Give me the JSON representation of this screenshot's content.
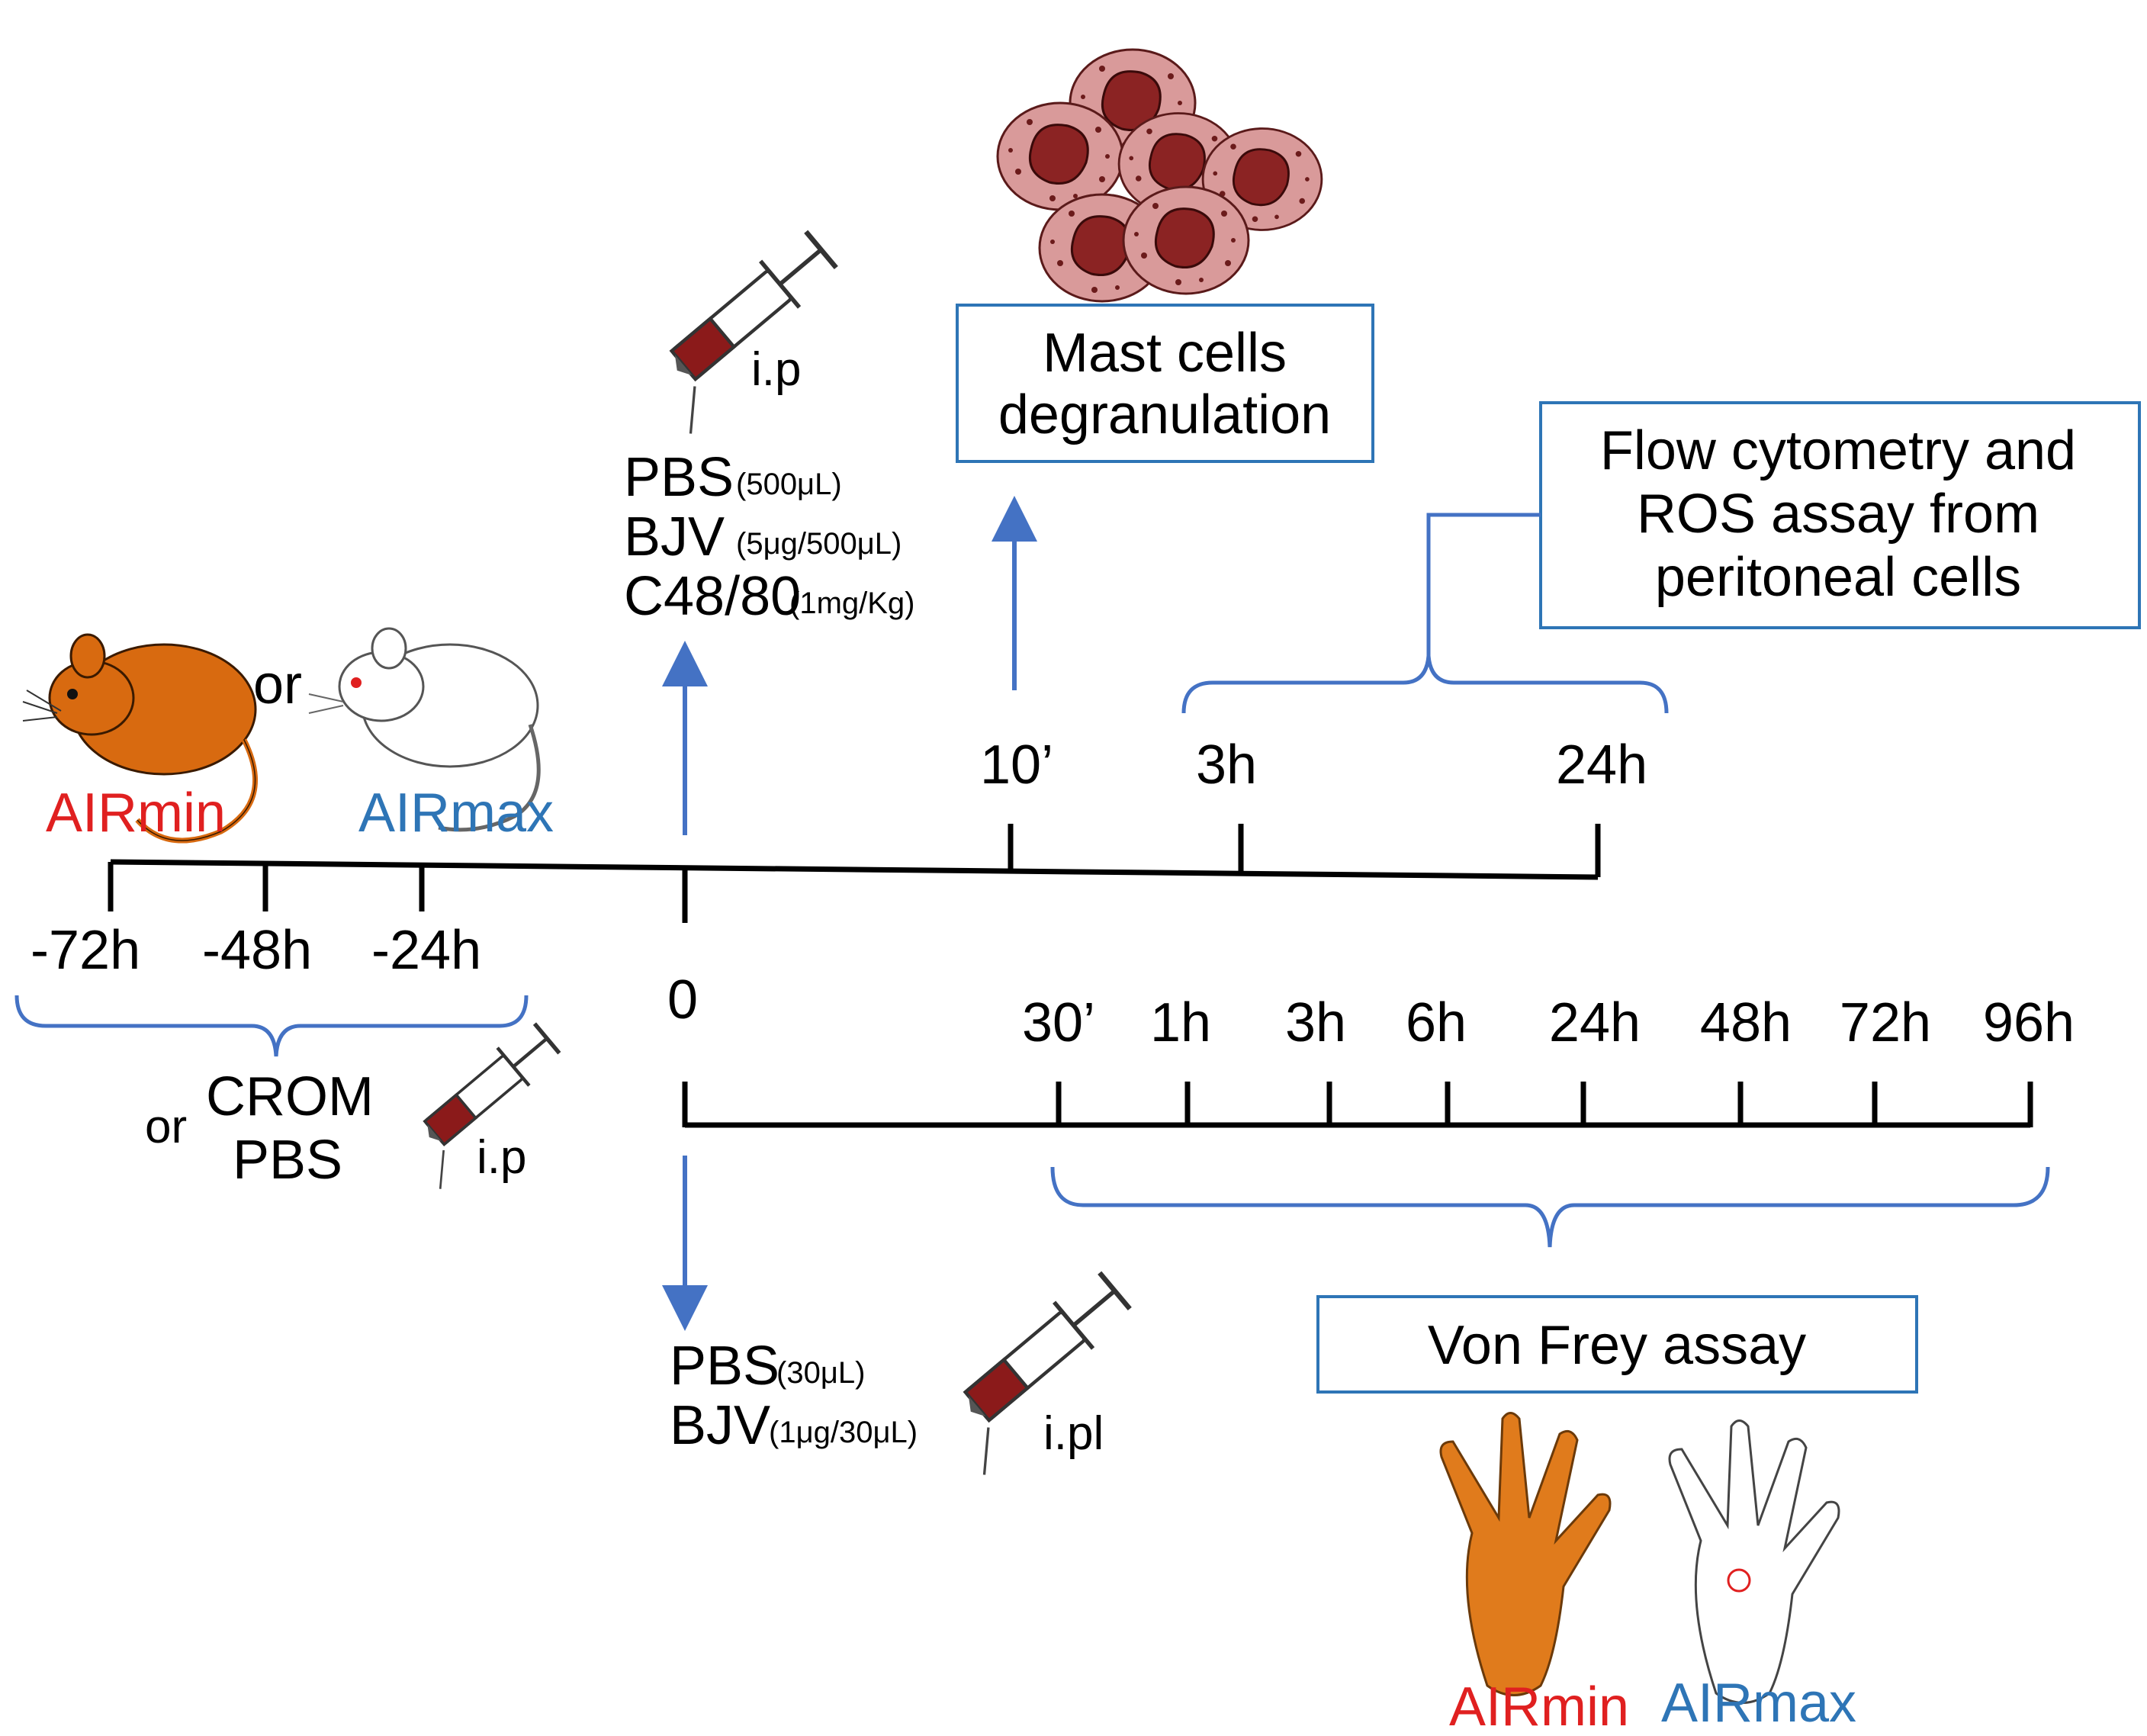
{
  "strains": {
    "left": "AIRmin",
    "right": "AIRmax",
    "connector": "or"
  },
  "pretreatment": {
    "times": [
      "-72h",
      "-48h",
      "-24h"
    ],
    "drug": "CROM",
    "or": "or",
    "control": "PBS",
    "route": "i.p"
  },
  "time_zero": "0",
  "upper_timeline": {
    "times": [
      "10’",
      "3h",
      "24h"
    ]
  },
  "ip_injection": {
    "route": "i.p",
    "treatments": [
      {
        "name": "PBS",
        "dose": "(500μL)"
      },
      {
        "name": "BJV",
        "dose": "(5μg/500μL)"
      },
      {
        "name": "C48/80",
        "dose": "(1mg/Kg)"
      }
    ]
  },
  "mast_cells_box": {
    "line1": "Mast cells",
    "line2": "degranulation"
  },
  "flow_box": {
    "line1": "Flow cytometry and",
    "line2": "ROS assay from",
    "line3": "peritoneal cells"
  },
  "lower_timeline": {
    "times": [
      "30’",
      "1h",
      "3h",
      "6h",
      "24h",
      "48h",
      "72h",
      "96h"
    ]
  },
  "ipl_injection": {
    "route": "i.pl",
    "treatments": [
      {
        "name": "PBS",
        "dose": "(30μL)"
      },
      {
        "name": "BJV",
        "dose": "(1μg/30μL)"
      }
    ]
  },
  "von_frey_box": {
    "label": "Von Frey assay"
  },
  "paws": {
    "left": "AIRmin",
    "right": "AIRmax"
  },
  "colors": {
    "airmin": "#e02020",
    "airmax": "#2e75b6",
    "accent": "#4472c4",
    "mouse_orange": "#d86a10",
    "syringe_red": "#8b1a1a",
    "syringe_purple": "#a33ab0"
  },
  "icons": [
    "orange-mouse-icon",
    "white-mouse-icon",
    "syringe-icon",
    "mast-cell-icon",
    "orange-paw-icon",
    "white-paw-icon"
  ]
}
